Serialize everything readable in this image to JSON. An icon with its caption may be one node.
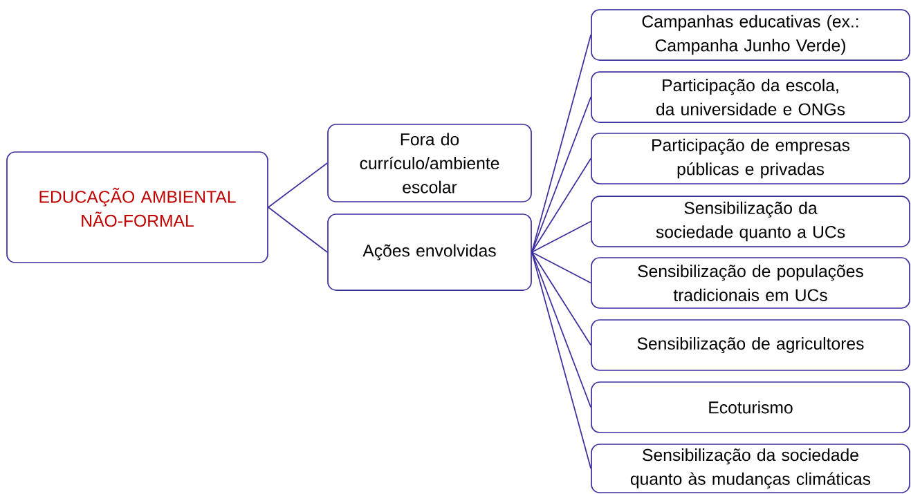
{
  "diagram": {
    "nodes": [
      {
        "text": [
          "EDUCAÇÃO AMBIENTAL NÃO-FORMAL"
        ]
      },
      {
        "text": [
          "Fora do currículo/ambiente escolar"
        ]
      },
      {
        "text": [
          "Ações envolvidas"
        ]
      },
      {
        "text": [
          "Campanhas educativas (ex.: Campanha Junho Verde)"
        ]
      },
      {
        "text": [
          "Participação da escola, da universidade e ONGs"
        ]
      },
      {
        "text": [
          "Participação de empresas públicas e privadas"
        ]
      },
      {
        "text": [
          "Sensibilização da sociedade quanto a UCs"
        ]
      },
      {
        "text": [
          "Sensibilização de populações tradicionais em UCs"
        ]
      },
      {
        "text": [
          "Sensibilização de agricultores"
        ]
      },
      {
        "text": [
          "Ecoturismo"
        ]
      },
      {
        "text": [
          "Sensibilização da sociedade quanto às mudanças climáticas"
        ]
      }
    ],
    "edges": [
      {
        "from": 0,
        "to": 1,
        "arrow": "none"
      },
      {
        "from": 0,
        "to": 2,
        "arrow": "none"
      },
      {
        "from": 2,
        "to": 3,
        "arrow": "none"
      },
      {
        "from": 2,
        "to": 4,
        "arrow": "none"
      },
      {
        "from": 2,
        "to": 5,
        "arrow": "none"
      },
      {
        "from": 2,
        "to": 6,
        "arrow": "none"
      },
      {
        "from": 2,
        "to": 7,
        "arrow": "none"
      },
      {
        "from": 2,
        "to": 8,
        "arrow": "none"
      },
      {
        "from": 2,
        "to": 9,
        "arrow": "none"
      },
      {
        "from": 2,
        "to": 10,
        "arrow": "none"
      }
    ]
  }
}
